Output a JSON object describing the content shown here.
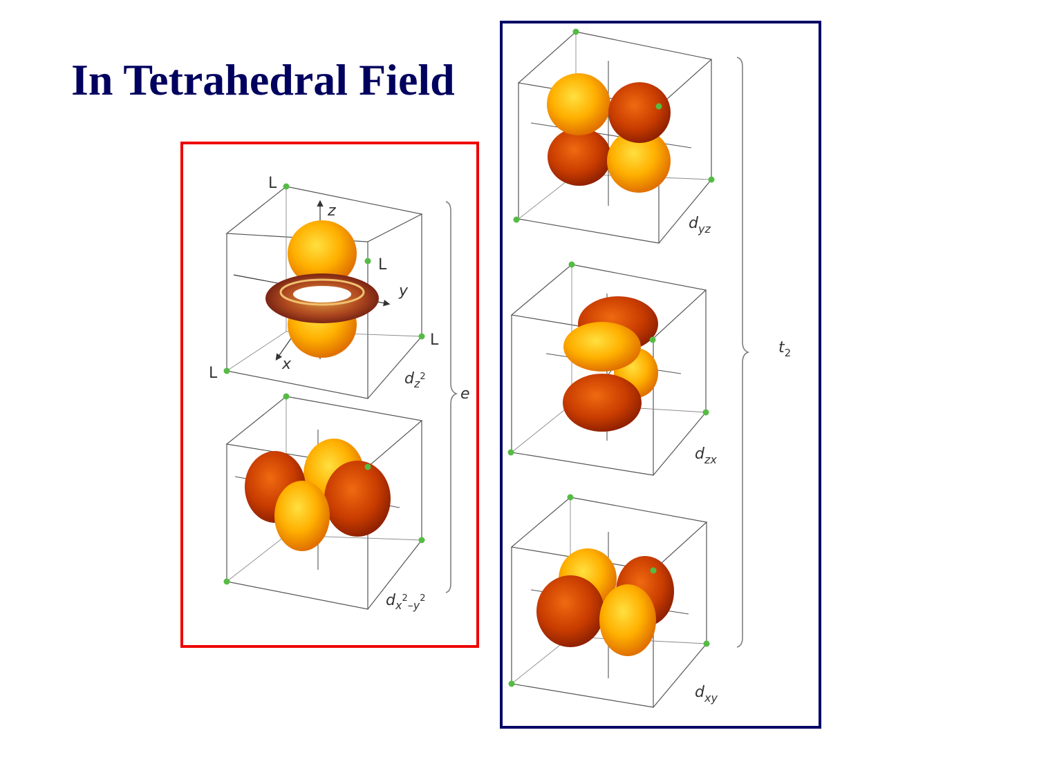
{
  "title": "In Tetrahedral Field",
  "e_group": {
    "label": "e",
    "orbitals": [
      {
        "main": "d",
        "sub": "z",
        "sup": "2"
      },
      {
        "main": "d",
        "sub": "x",
        "sup": "2",
        "sub2": "–y",
        "sup2": "2"
      }
    ]
  },
  "t2_group": {
    "label_main": "t",
    "label_sub": "2",
    "orbitals": [
      {
        "main": "d",
        "sub": "yz"
      },
      {
        "main": "d",
        "sub": "zx"
      },
      {
        "main": "d",
        "sub": "xy"
      }
    ]
  },
  "ligand_label": "L",
  "axis_labels": {
    "x": "x",
    "y": "y",
    "z": "z"
  },
  "colors": {
    "title": "#00005e",
    "e_box": "#ee0000",
    "t2_box": "#000066",
    "lobe_light": "#ffa500",
    "lobe_dark": "#d04000",
    "ligand": "#55bb44"
  }
}
